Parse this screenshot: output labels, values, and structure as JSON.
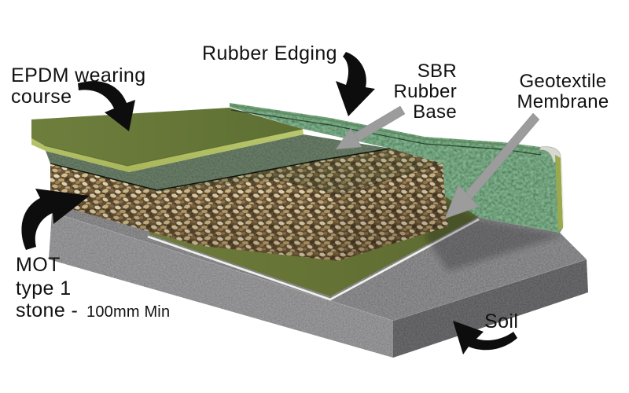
{
  "labels": {
    "epdm": {
      "line1": "EPDM wearing",
      "line2": "course"
    },
    "rubber_edging": {
      "text": "Rubber Edging"
    },
    "sbr": {
      "line1": "SBR",
      "line2": "Rubber",
      "line3": "Base"
    },
    "geotextile": {
      "line1": "Geotextile",
      "line2": "Membrane"
    },
    "mot": {
      "line1": "MOT",
      "line2": "type 1",
      "line3": "stone -",
      "detail": "100mm Min"
    },
    "soil": {
      "text": "Soil"
    }
  },
  "colors": {
    "background": "#ffffff",
    "text": "#111111",
    "arrow-black": "#0d0d0d",
    "arrow-gray": "#9c9c9c",
    "epdm-top": "#6e7f3d",
    "epdm-top-dark": "#5d6e33",
    "epdm-edge": "#a7b557",
    "epdm-edge-light": "#bac86e",
    "sbr-dark": "#1f2a1d",
    "membrane-olive": "#6d7b3a",
    "membrane-olive-dark": "#5c6a31",
    "membrane-edge-line": "#f2f2ec",
    "edging-side-strip": "#9aa84e",
    "edging-cap": "#d8d8d3",
    "stone-base": "#6d5839"
  }
}
